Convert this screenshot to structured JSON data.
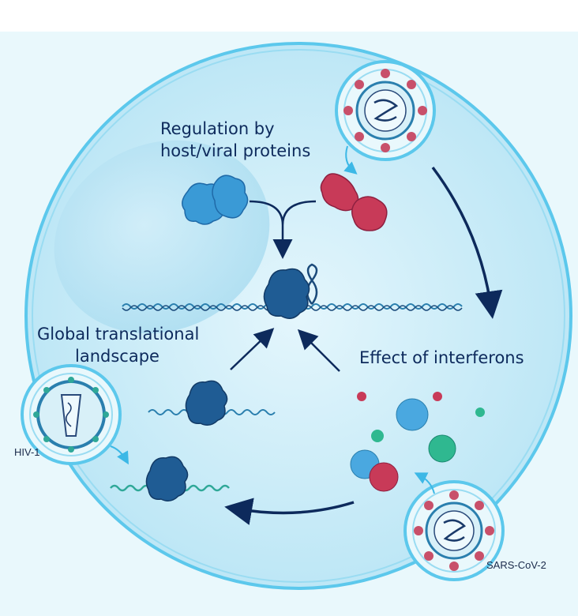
{
  "labels": {
    "regulation_line1": "Regulation by",
    "regulation_line2": "host/viral proteins",
    "global_line1": "Global translational",
    "global_line2": "landscape",
    "interferons": "Effect of interferons",
    "hiv": "HIV-1",
    "sars": "SARS-CoV-2"
  },
  "colors": {
    "background": "#e9f8fc",
    "cell_fill": "#c9ecf8",
    "cell_border": "#5cc8ec",
    "arrow": "#0d2a5c",
    "host_protein": "#3a9ad6",
    "viral_protein": "#c83a58",
    "ribosome": "#1f5c94",
    "mrna": "#2a7fae",
    "virus_spike": "#c8506a"
  }
}
